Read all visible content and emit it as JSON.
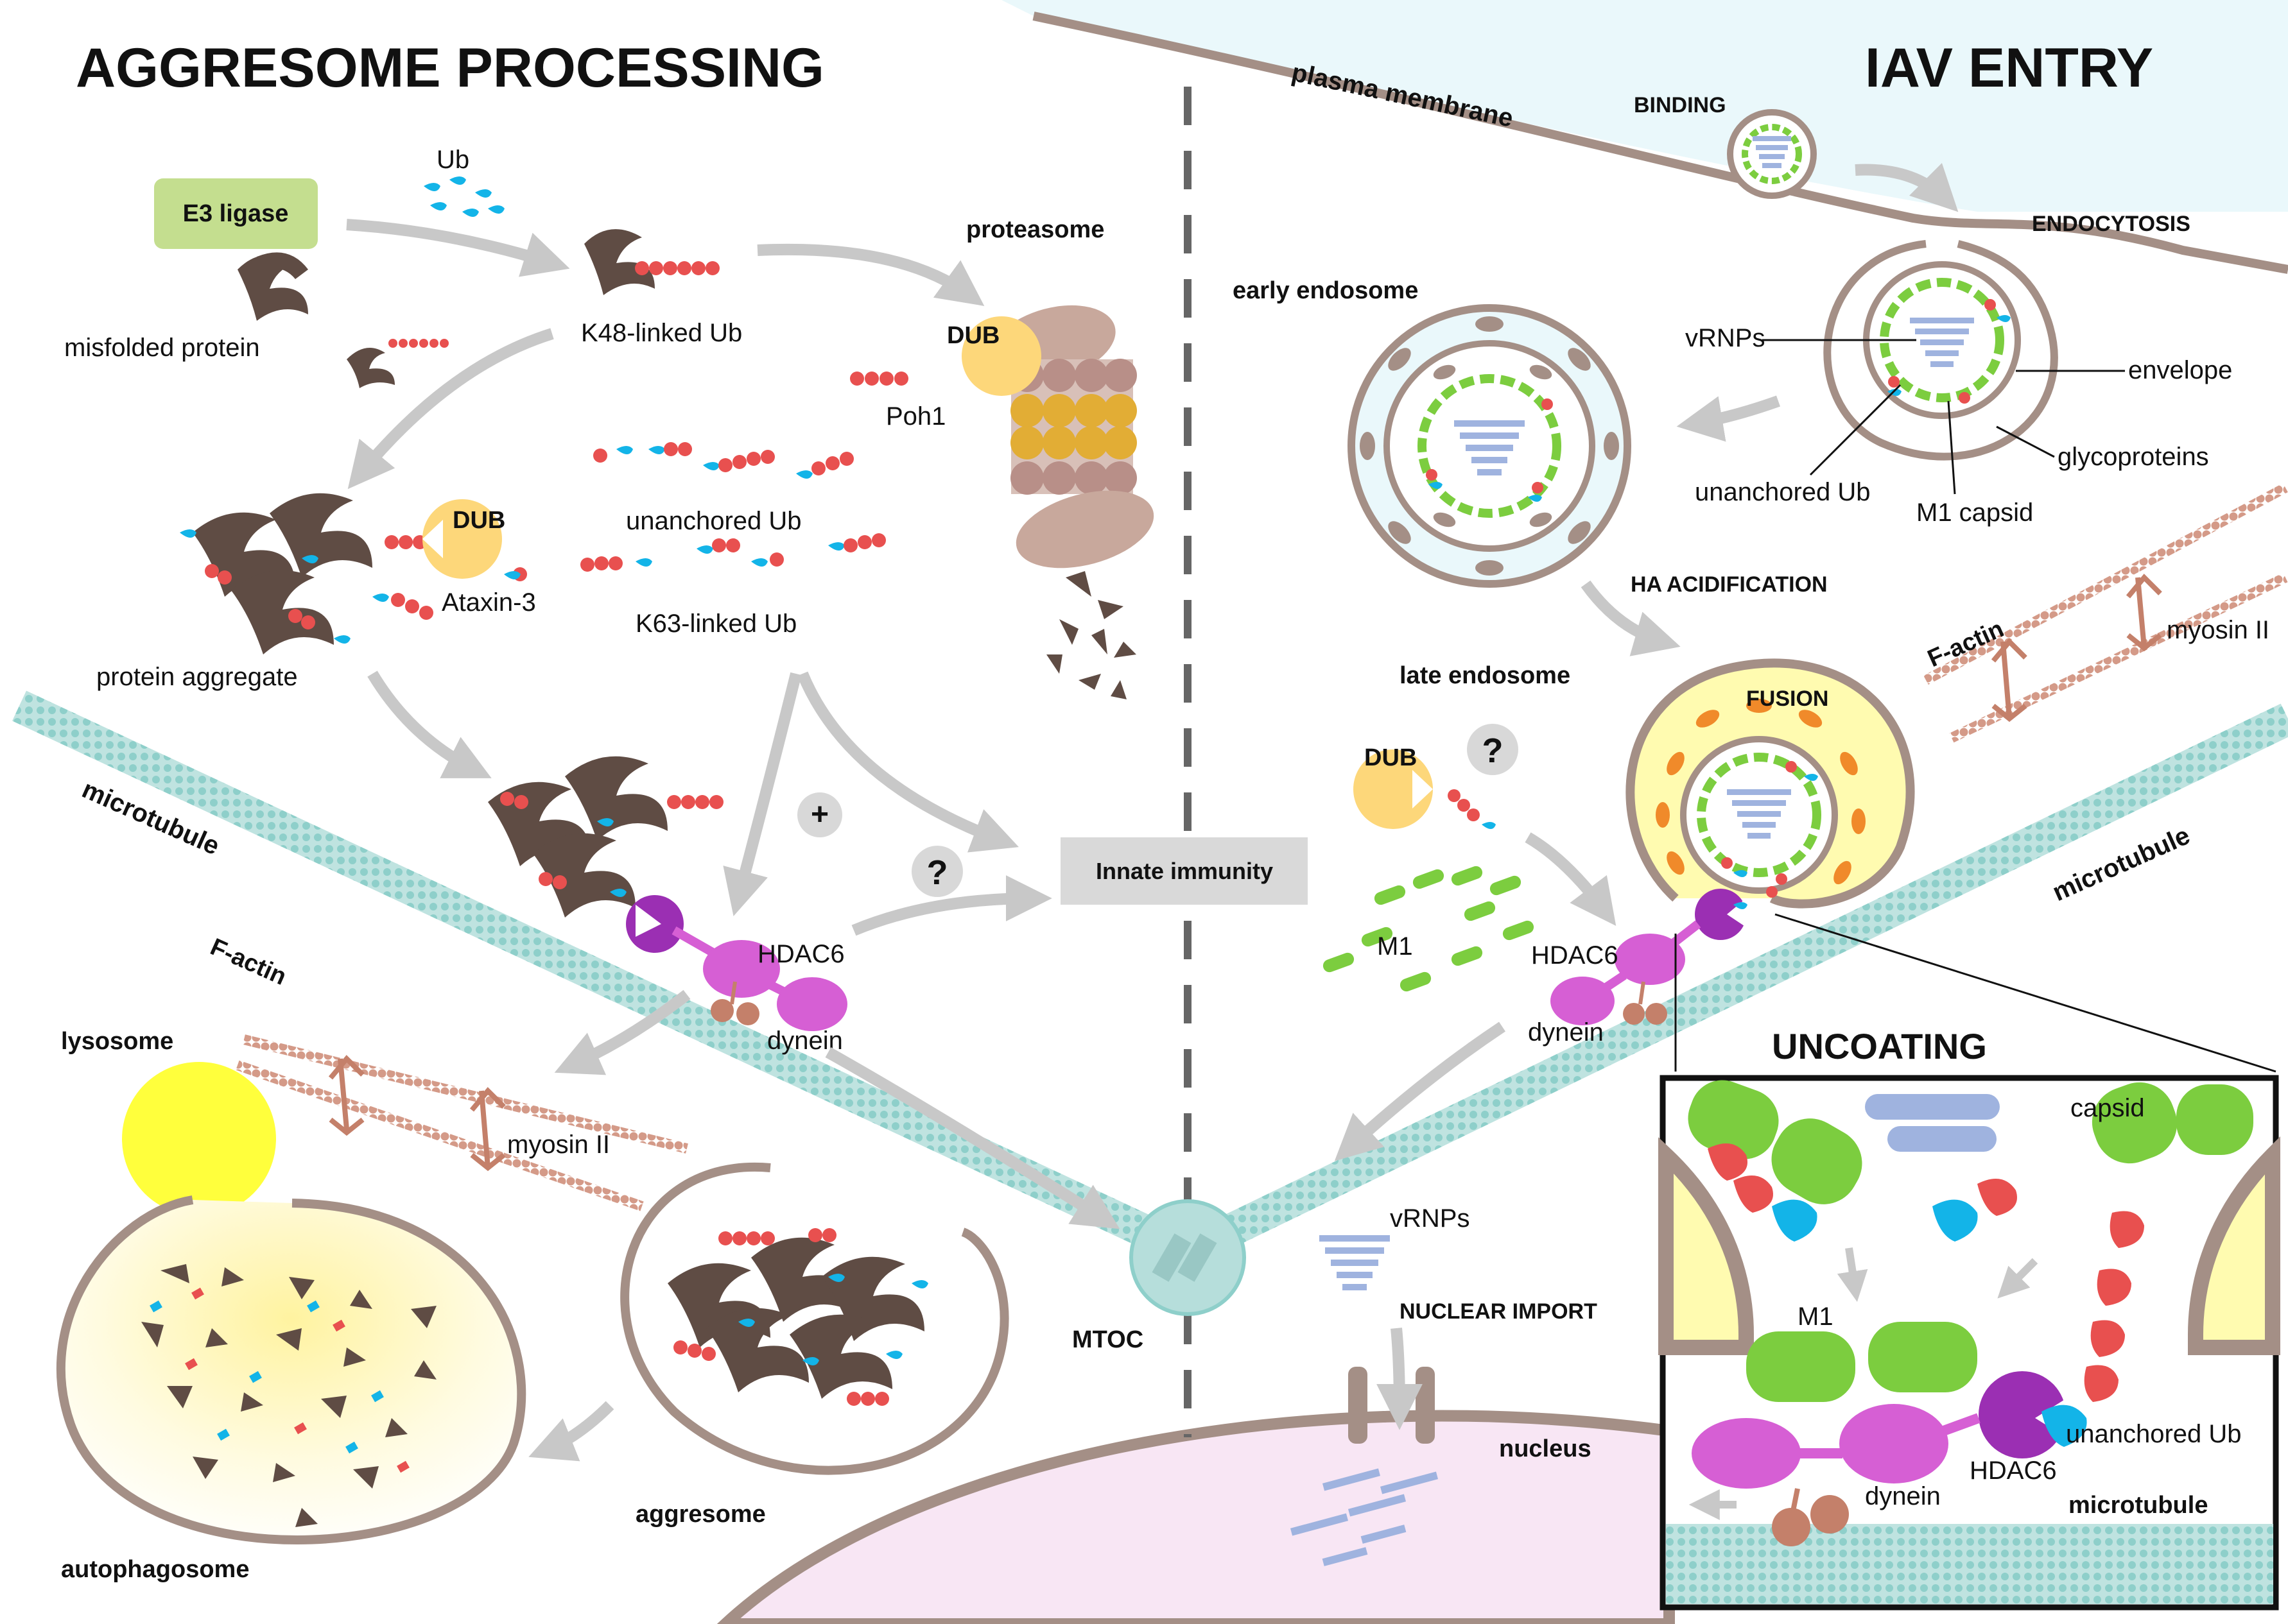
{
  "left_title": "AGGRESOME PROCESSING",
  "right_title": "IAV ENTRY",
  "left": {
    "e3_ligase": "E3 ligase",
    "misfolded_protein": "misfolded protein",
    "ub": "Ub",
    "k48_ub": "K48-linked Ub",
    "proteasome": "proteasome",
    "dub": "DUB",
    "poh1": "Poh1",
    "ataxin3": "Ataxin-3",
    "unanchored_ub": "unanchored Ub",
    "k63_ub": "K63-linked Ub",
    "protein_aggregate": "protein aggregate",
    "plus": "+",
    "question": "?",
    "innate_immunity": "Innate immunity",
    "microtubule": "microtubule",
    "hdac6": "HDAC6",
    "dynein": "dynein",
    "f_actin": "F-actin",
    "myosin": "myosin II",
    "lysosome": "lysosome",
    "autophagosome": "autophagosome",
    "aggresome": "aggresome",
    "mtoc": "MTOC"
  },
  "right": {
    "plasma_membrane": "plasma membrane",
    "binding": "BINDING",
    "endocytosis": "ENDOCYTOSIS",
    "early_endosome": "early endosome",
    "vrnps": "vRNPs",
    "envelope": "envelope",
    "glycoproteins": "glycoproteins",
    "unanchored_ub": "unanchored Ub",
    "m1_capsid": "M1 capsid",
    "ha_acidification": "HA ACIDIFICATION",
    "late_endosome": "late endosome",
    "fusion": "FUSION",
    "dub": "DUB",
    "question": "?",
    "f_actin": "F-actin",
    "myosin": "myosin II",
    "microtubule": "microtubule",
    "m1": "M1",
    "hdac6": "HDAC6",
    "dynein": "dynein",
    "vrnps2": "vRNPs",
    "nuclear_import": "NUCLEAR IMPORT",
    "nucleus": "nucleus"
  },
  "inset": {
    "title": "UNCOATING",
    "capsid": "capsid",
    "m1": "M1",
    "unanchored_ub": "unanchored Ub",
    "hdac6": "HDAC6",
    "dynein": "dynein",
    "microtubule": "microtubule"
  },
  "colors": {
    "ub_red": "#e8504f",
    "ub_blue": "#13b4e8",
    "protein_brown": "#5f4c44",
    "dub_yellow": "#fdd77a",
    "hdac6_purple": "#9b2fb3",
    "dynein_pink": "#d65fd4",
    "m1_green": "#7ccd3f",
    "vrnp_blue": "#9fb3df",
    "membrane_brown": "#a48f86",
    "microtubule_teal": "#a8d8d4",
    "arrow_gray": "#c8c8c8"
  }
}
